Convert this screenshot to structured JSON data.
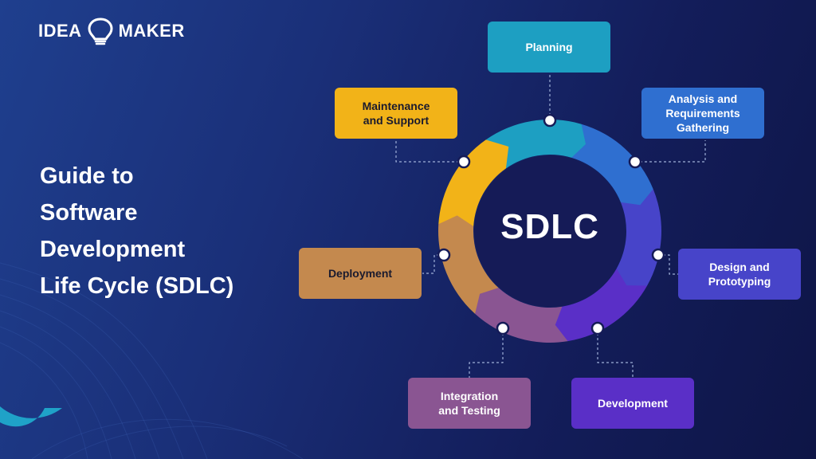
{
  "logo": {
    "left_text": "IDEA",
    "right_text": "MAKER",
    "icon": "lightbulb-icon"
  },
  "title_lines": [
    "Guide to",
    "Software",
    "Development",
    "Life Cycle (SDLC)"
  ],
  "diagram": {
    "center_label": "SDLC",
    "stages": [
      {
        "id": "planning",
        "label": "Planning",
        "color": "#1d9fc2"
      },
      {
        "id": "analysis",
        "label": "Analysis and\nRequirements\nGathering",
        "color": "#2f6fd0"
      },
      {
        "id": "design",
        "label": "Design and\nPrototyping",
        "color": "#4744c9"
      },
      {
        "id": "development",
        "label": "Development",
        "color": "#5a2fc7"
      },
      {
        "id": "integration",
        "label": "Integration\nand Testing",
        "color": "#8a5592"
      },
      {
        "id": "deployment",
        "label": "Deployment",
        "color": "#c4894e"
      },
      {
        "id": "maintenance",
        "label": "Maintenance\nand Support",
        "color": "#f2b318"
      }
    ]
  },
  "colors": {
    "background_start": "#1f3f8e",
    "background_end": "#0e1546",
    "corner_arc": "#1fa2c8",
    "connector": "#9fb0d8"
  }
}
